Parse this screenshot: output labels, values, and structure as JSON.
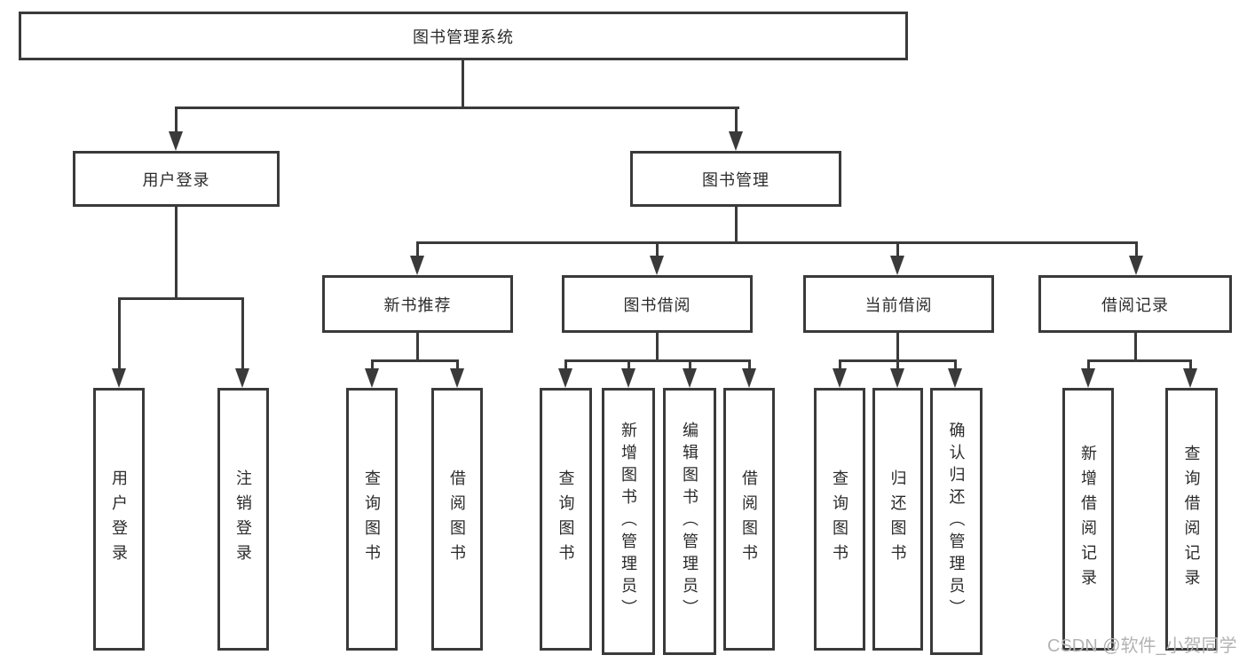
{
  "diagram": {
    "root": {
      "label": "图书管理系统"
    },
    "level2": [
      {
        "label": "用户登录"
      },
      {
        "label": "图书管理"
      }
    ],
    "level3": [
      {
        "label": "新书推荐"
      },
      {
        "label": "图书借阅"
      },
      {
        "label": "当前借阅"
      },
      {
        "label": "借阅记录"
      }
    ],
    "leaves": {
      "user_login": [
        "用户登录",
        "注销登录"
      ],
      "new_books": [
        "查询图书",
        "借阅图书"
      ],
      "book_borrow": [
        "查询图书",
        "新增图书（管理员）",
        "编辑图书（管理员）",
        "借阅图书"
      ],
      "current_borrow": [
        "查询图书",
        "归还图书",
        "确认归还（管理员）"
      ],
      "borrow_records": [
        "新增借阅记录",
        "查询借阅记录"
      ]
    },
    "watermark": "CSDN @软件_小贺同学",
    "colors": {
      "line": "#3a3a3a",
      "text": "#2b2b2b",
      "watermark": "#b3b3b3",
      "background": "#ffffff"
    }
  }
}
